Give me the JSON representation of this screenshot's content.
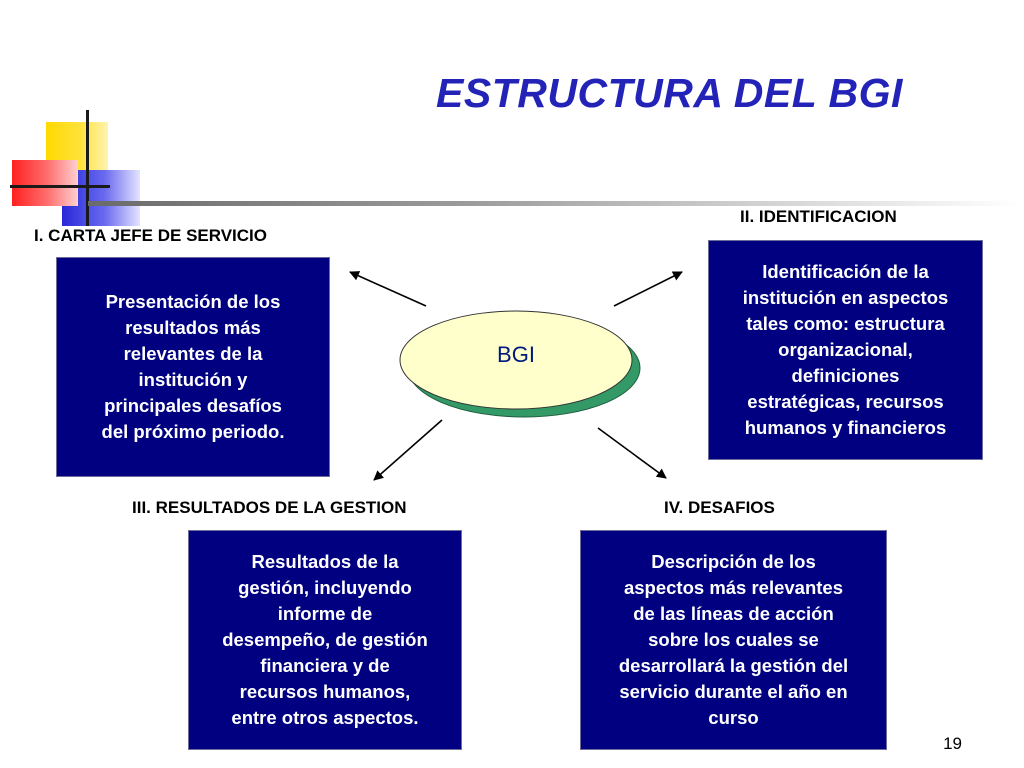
{
  "slide": {
    "title": "ESTRUCTURA DEL BGI",
    "page_number": "19"
  },
  "center": {
    "label": "BGI"
  },
  "sections": {
    "carta": {
      "heading": "I. CARTA JEFE DE SERVICIO",
      "lines": [
        "Presentación de los",
        "resultados más",
        "relevantes de la",
        "institución y",
        "principales desafíos",
        "del próximo periodo."
      ]
    },
    "identificacion": {
      "heading": "II. IDENTIFICACION",
      "lines": [
        "Identificación de la",
        "institución en aspectos",
        "tales como: estructura",
        "organizacional,",
        "definiciones",
        "estratégicas, recursos",
        "humanos y financieros"
      ]
    },
    "resultados": {
      "heading": "III. RESULTADOS DE LA GESTION",
      "lines": [
        "Resultados de la",
        "gestión, incluyendo",
        "informe de",
        "desempeño, de gestión",
        "financiera y de",
        "recursos humanos,",
        "entre otros aspectos."
      ]
    },
    "desafios": {
      "heading": "IV. DESAFIOS",
      "lines": [
        "Descripción de los",
        "aspectos más relevantes",
        "de las líneas de acción",
        "sobre los cuales se",
        "desarrollará la gestión del",
        "servicio durante el año en",
        "curso"
      ]
    }
  },
  "colors": {
    "title": "#2323b8",
    "box_fill": "#000080",
    "ellipse_fill": "#ffffcc",
    "ellipse_shadow": "#339966"
  }
}
